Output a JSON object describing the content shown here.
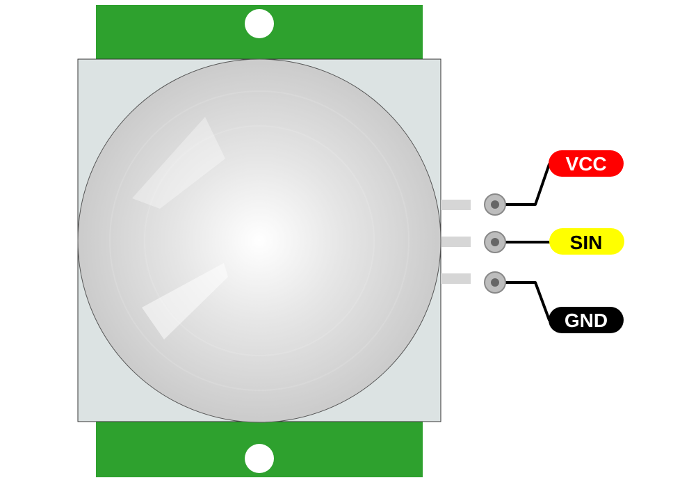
{
  "pins": [
    {
      "label": "VCC",
      "color": "#ff0000",
      "text_color": "#ffffff"
    },
    {
      "label": "SIN",
      "color": "#ffff00",
      "text_color": "#000000"
    },
    {
      "label": "GND",
      "color": "#000000",
      "text_color": "#ffffff"
    }
  ],
  "colors": {
    "pcb": "#2ea12e",
    "sensor_plate": "#dce3e3",
    "dome_center": "#ffffff",
    "dome_edge": "#cccccc",
    "pin_stub": "#d6d6d6",
    "pin_ring": "#888888",
    "pin_core": "#666666",
    "wire": "#000000"
  }
}
